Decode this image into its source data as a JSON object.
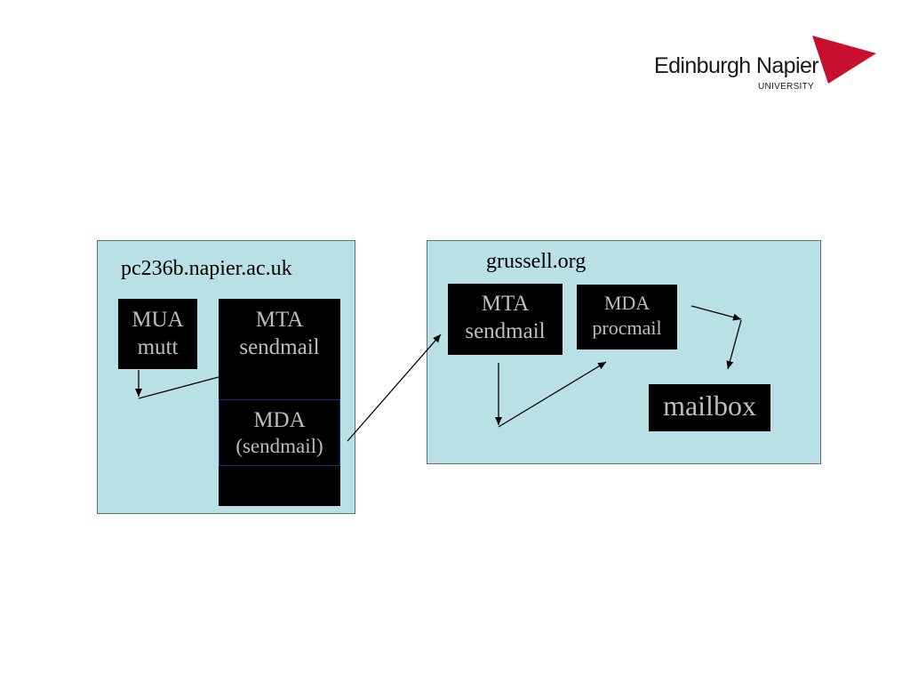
{
  "logo": {
    "name": "Edinburgh Napier",
    "subtitle": "UNIVERSITY",
    "mark_color": "#c8102e"
  },
  "left_host": {
    "label": "pc236b.napier.ac.uk",
    "mua": {
      "line1": "MUA",
      "line2": "mutt"
    },
    "mta": {
      "line1": "MTA",
      "line2": "sendmail"
    },
    "mda": {
      "line1": "MDA",
      "line2": "(sendmail)"
    }
  },
  "right_host": {
    "label": "grussell.org",
    "mta": {
      "line1": "MTA",
      "line2": "sendmail"
    },
    "mda": {
      "line1": "MDA",
      "line2": "procmail"
    },
    "mailbox": "mailbox"
  },
  "colors": {
    "host_bg": "#b9e0e4",
    "block_bg": "#000000",
    "block_text": "#bdbdbd",
    "mda_border": "#2a2a8a"
  }
}
